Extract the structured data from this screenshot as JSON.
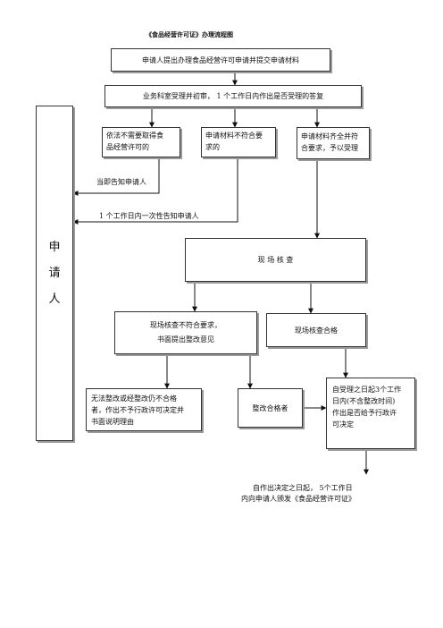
{
  "title": "《食品经营许可证》办理流程图",
  "applicant_label": "申\n请\n人",
  "nodes": {
    "submit": "申请人提出办理食品经营许可申请并提交申请材料",
    "review": "业务科室受理并初审，  1 个工作日内作出是否受理的答复",
    "no_permit_needed": "依法不需要取得食\n品经营许可的",
    "materials_incomplete": "申请材料不符合要\n求的",
    "materials_complete": "申请材料齐全并符\n合要求，予以受理",
    "onsite_check": "现  场  核  查",
    "check_fail": "现场核查不符合要求，\n书面提出整改意见",
    "check_pass": "现场核查合格",
    "reject": "无法整改或经整改仍不合格\n者，作出不予行政许可决定并\n书面说明理由",
    "rectified": "整改合格者",
    "decision": "自受理之日起3个工作\n日内(不含整改时间)\n作出是否给予行政许\n可决定"
  },
  "notes": {
    "notify_immediately": "当即告知申请人",
    "notify_once": "1 个工作日内一次性告知申请人",
    "issue_line1": "自作出决定之日起，  5个工作日",
    "issue_line2": "内向申请人颁发《食品经营许可证》"
  }
}
